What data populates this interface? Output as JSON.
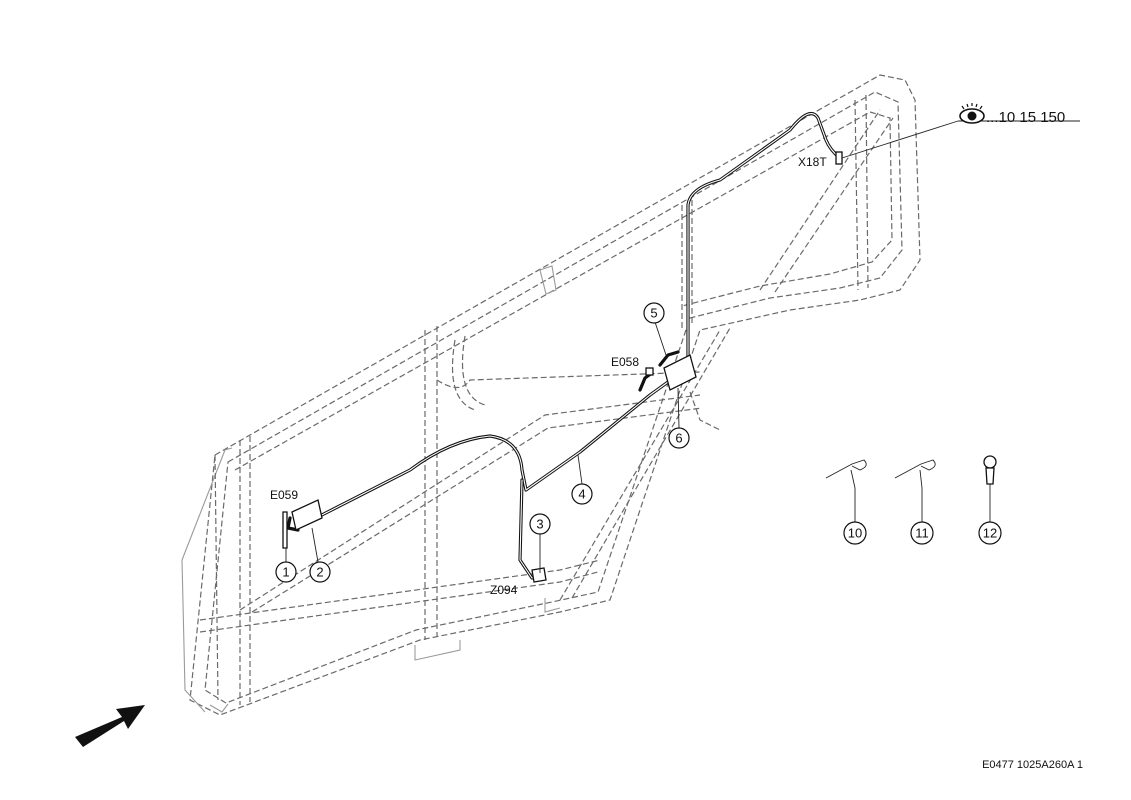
{
  "labels": {
    "x18t": "X18T",
    "e058": "E058",
    "e059": "E059",
    "z094": "Z094"
  },
  "reference": {
    "icon": "eye-icon",
    "text": "...10 15 150"
  },
  "callouts": [
    "1",
    "2",
    "3",
    "4",
    "5",
    "6",
    "10",
    "11",
    "12"
  ],
  "drawing_id": "E0477 1025A260A 1",
  "view_direction_icon": "arrow-icon"
}
